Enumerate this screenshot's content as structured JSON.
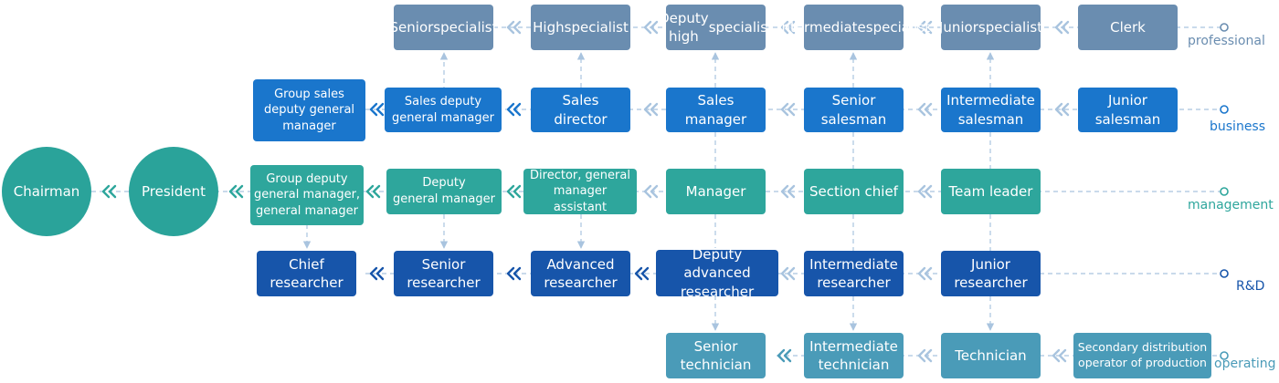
{
  "lanes": {
    "professional": "professional",
    "business": "business",
    "management": "management",
    "rd": "R&D",
    "operating": "operating"
  },
  "top": {
    "chairman": "Chairman",
    "president": "President"
  },
  "professional": {
    "senior_specialist": [
      "Senior",
      "specialist"
    ],
    "high_specialist": [
      "High",
      "specialist"
    ],
    "deputy_high_specialist": [
      "Deputy high",
      "specialist"
    ],
    "intermediate_specialist": [
      "Intermediate",
      "specialist"
    ],
    "junior_specialist": [
      "Junior",
      "specialist"
    ],
    "clerk": [
      "Clerk"
    ]
  },
  "business": {
    "group_sales_deputy_gm": [
      "Group sales",
      "deputy general",
      "manager"
    ],
    "sales_deputy_gm": [
      "Sales deputy",
      "general manager"
    ],
    "sales_director": [
      "Sales",
      "director"
    ],
    "sales_manager": [
      "Sales",
      "manager"
    ],
    "senior_salesman": [
      "Senior",
      "salesman"
    ],
    "intermediate_salesman": [
      "Intermediate",
      "salesman"
    ],
    "junior_salesman": [
      "Junior",
      "salesman"
    ]
  },
  "management": {
    "group_deputy_gm": [
      "Group deputy",
      "general manager,",
      "general manager"
    ],
    "deputy_gm": [
      "Deputy",
      "general manager"
    ],
    "director_assistant": [
      "Director, general",
      "manager assistant"
    ],
    "manager": [
      "Manager"
    ],
    "section_chief": [
      "Section chief"
    ],
    "team_leader": [
      "Team leader"
    ]
  },
  "rd": {
    "chief_researcher": [
      "Chief",
      "researcher"
    ],
    "senior_researcher": [
      "Senior",
      "researcher"
    ],
    "advanced_researcher": [
      "Advanced",
      "researcher"
    ],
    "deputy_advanced_researcher": [
      "Deputy advanced",
      "researcher"
    ],
    "intermediate_researcher": [
      "Intermediate",
      "researcher"
    ],
    "junior_researcher": [
      "Junior",
      "researcher"
    ]
  },
  "operating": {
    "senior_technician": [
      "Senior",
      "technician"
    ],
    "intermediate_technician": [
      "Intermediate",
      "technician"
    ],
    "technician": [
      "Technician"
    ],
    "secondary_operator": [
      "Secondary distribution",
      "operator of production"
    ]
  },
  "colors": {
    "professional": "#6a8db0",
    "business": "#1a76cc",
    "management": "#2ea69c",
    "rd": "#1755aa",
    "operating": "#4a9bb8",
    "connector": "#a9c4df"
  }
}
